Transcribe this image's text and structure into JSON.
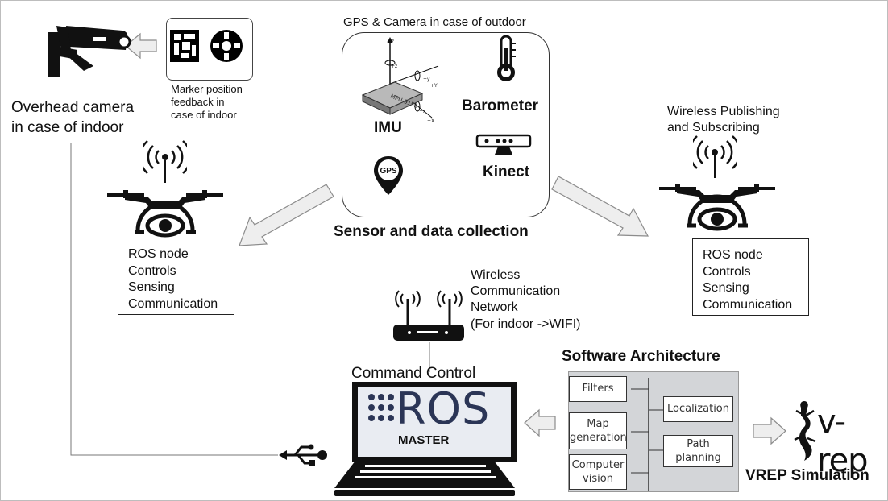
{
  "sensor_section": {
    "top_note": "GPS & Camera in case of outdoor",
    "imu_label": "IMU",
    "imu_chip_label": "MPU-9150",
    "imu_axes": {
      "z": "+Z",
      "y": "+Y",
      "x": "+X",
      "z_small": "+z",
      "y_small": "+y",
      "x_small": "+x"
    },
    "barometer_label": "Barometer",
    "gps_icon_text": "GPS",
    "kinect_label": "Kinect",
    "caption": "Sensor and data collection"
  },
  "overhead_camera": {
    "label_line1": "Overhead camera",
    "label_line2": "in case of indoor"
  },
  "marker_note": {
    "line1": "Marker position",
    "line2": "feedback in",
    "line3": "case of indoor"
  },
  "wireless_pubsub": {
    "line1": "Wireless Publishing",
    "line2": "and Subscribing"
  },
  "drone_left_box": {
    "lines": [
      "ROS node",
      "Controls",
      "Sensing",
      "Communication"
    ]
  },
  "drone_right_box": {
    "lines": [
      "ROS node",
      "Controls",
      "Sensing",
      "Communication"
    ]
  },
  "network": {
    "line1": "Wireless",
    "line2": "Communication",
    "line3": "Network",
    "line4": "(For indoor ->WIFI)"
  },
  "command_control": {
    "title": "Command Control",
    "logo_text": "ROS",
    "sub_text": "MASTER"
  },
  "software_architecture": {
    "title": "Software Architecture",
    "left_items": [
      "Filters",
      "Map generation",
      "Computer vision"
    ],
    "right_items": [
      "Localization",
      "Path planning"
    ]
  },
  "vrep": {
    "logo_text": "v-rep",
    "caption": "VREP Simulation"
  },
  "colors": {
    "arrow_fill": "#eeeeee",
    "arrow_stroke": "#8c8c8c",
    "ros_text": "#2b3556",
    "panel_bg": "#d3d5d8"
  }
}
